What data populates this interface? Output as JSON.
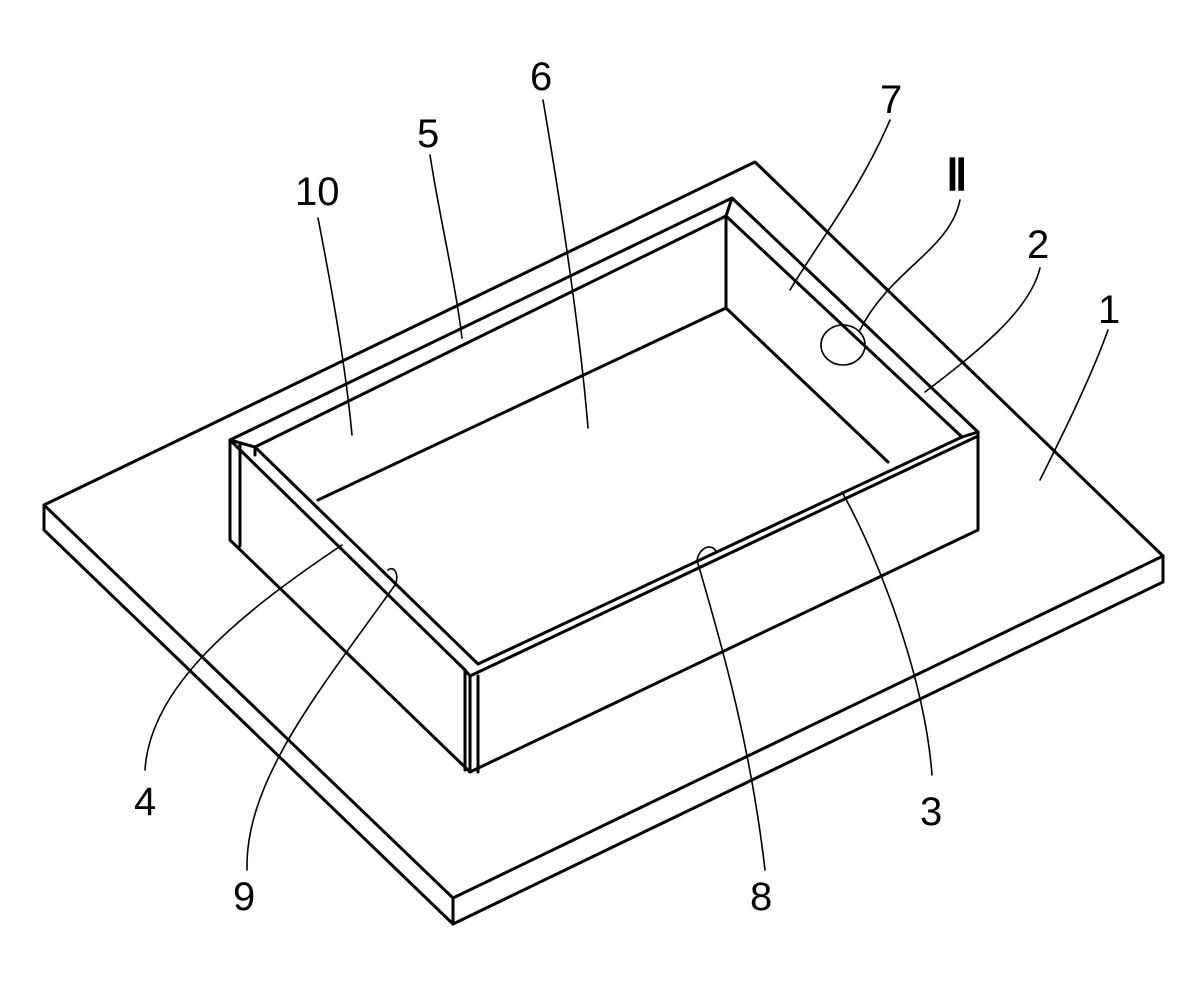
{
  "labels": {
    "l1": "1",
    "l2": "2",
    "l3": "3",
    "l4": "4",
    "l5": "5",
    "l6": "6",
    "l7": "7",
    "l8": "8",
    "l9": "9",
    "l10": "10",
    "lII": "Ⅱ"
  },
  "colors": {
    "line": "#000000",
    "background": "#ffffff"
  }
}
